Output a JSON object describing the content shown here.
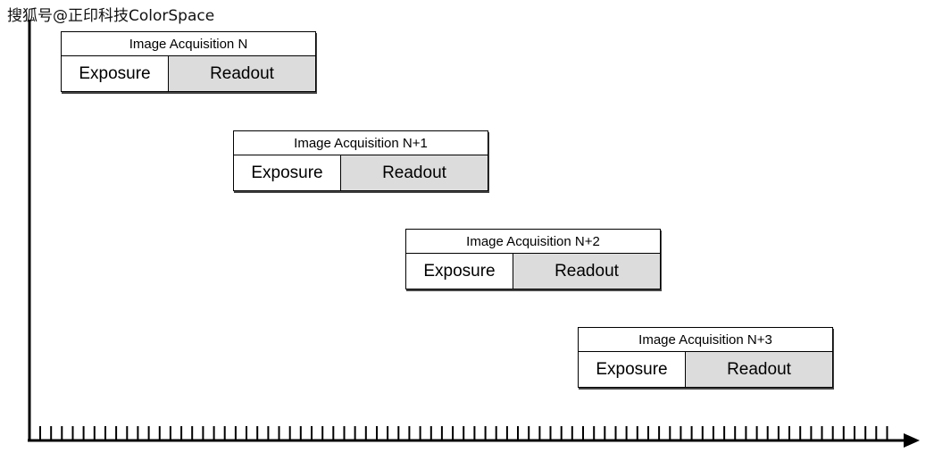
{
  "watermark": "搜狐号@正印科技ColorSpace",
  "acquisitions": [
    {
      "title": "Image Acquisition N",
      "exposure": "Exposure",
      "readout": "Readout"
    },
    {
      "title": "Image Acquisition N+1",
      "exposure": "Exposure",
      "readout": "Readout"
    },
    {
      "title": "Image Acquisition N+2",
      "exposure": "Exposure",
      "readout": "Readout"
    },
    {
      "title": "Image Acquisition N+3",
      "exposure": "Exposure",
      "readout": "Readout"
    }
  ],
  "colors": {
    "readout_fill": "#dcdcdc",
    "axis": "#000000"
  }
}
